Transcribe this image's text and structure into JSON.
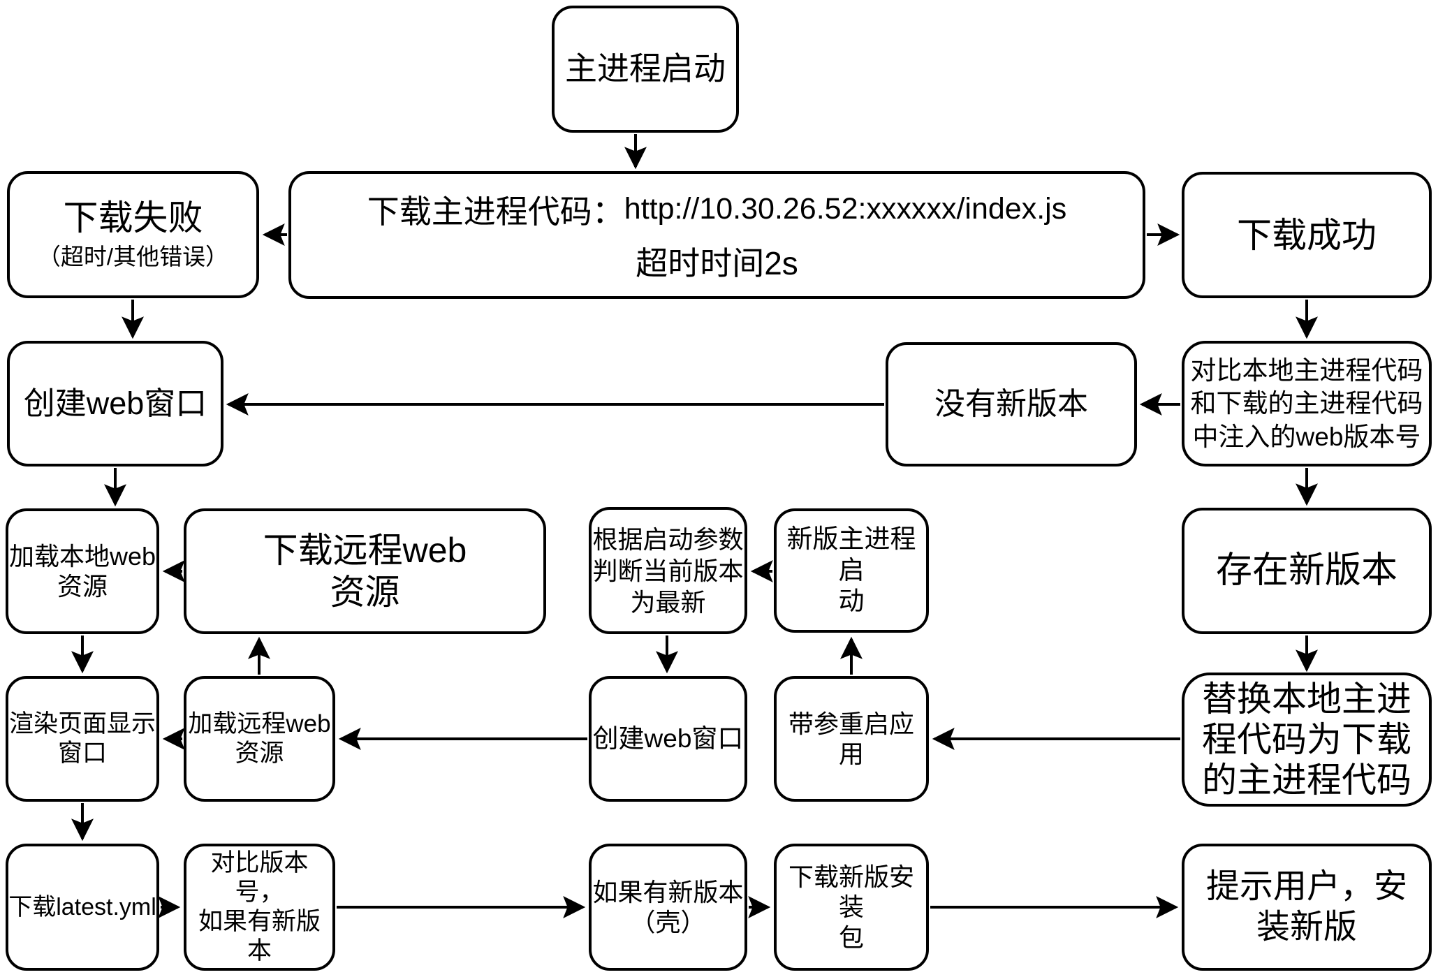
{
  "diagram": {
    "type": "flowchart",
    "nodes": {
      "main_start": {
        "label": "主进程启动"
      },
      "download_main": {
        "label": "下载主进程代码：",
        "url": "http://10.30.26.52:xxxxxx/index.js",
        "timeout": "超时时间2s"
      },
      "download_fail": {
        "title": "下载失败",
        "subtitle": "（超时/其他错误）"
      },
      "download_success": {
        "label": "下载成功"
      },
      "create_window_1": {
        "label": "创建web窗口"
      },
      "compare_injected": {
        "label": "对比本地主进程代码\n和下载的主进程代码\n中注入的web版本号"
      },
      "no_new_version": {
        "label": "没有新版本"
      },
      "load_local_web": {
        "label": "加载本地web\n资源"
      },
      "download_remote_web": {
        "label": "下载远程web\n资源"
      },
      "judge_latest": {
        "label": "根据启动参数\n判断当前版本\n为最新"
      },
      "new_main_start": {
        "label": "新版主进程启\n动"
      },
      "has_new_version": {
        "label": "存在新版本"
      },
      "render_page": {
        "label": "渲染页面显示\n窗口"
      },
      "load_remote_web": {
        "label": "加载远程web\n资源"
      },
      "create_window_2": {
        "label": "创建web窗口"
      },
      "restart_with_args": {
        "label": "带参重启应用"
      },
      "replace_code": {
        "label": "替换本地主进\n程代码为下载\n的主进程代码"
      },
      "download_latest_yml": {
        "label": "下载latest.yml"
      },
      "compare_version_no": {
        "label": "对比版本号，\n如果有新版本"
      },
      "new_version_shell": {
        "label": "如果有新版本\n（壳）"
      },
      "download_installer": {
        "label": "下载新版安装\n包"
      },
      "prompt_install": {
        "label": "提示用户，安\n装新版"
      }
    },
    "edges": [
      {
        "from": "main_start",
        "to": "download_main"
      },
      {
        "from": "download_main",
        "to": "download_fail"
      },
      {
        "from": "download_main",
        "to": "download_success"
      },
      {
        "from": "download_fail",
        "to": "create_window_1"
      },
      {
        "from": "download_success",
        "to": "compare_injected"
      },
      {
        "from": "compare_injected",
        "to": "no_new_version"
      },
      {
        "from": "no_new_version",
        "to": "create_window_1"
      },
      {
        "from": "create_window_1",
        "to": "load_local_web"
      },
      {
        "from": "load_local_web",
        "to": "render_page"
      },
      {
        "from": "download_remote_web",
        "to": "load_local_web"
      },
      {
        "from": "load_remote_web",
        "to": "download_remote_web"
      },
      {
        "from": "new_main_start",
        "to": "judge_latest"
      },
      {
        "from": "compare_injected",
        "to": "has_new_version"
      },
      {
        "from": "has_new_version",
        "to": "replace_code"
      },
      {
        "from": "judge_latest",
        "to": "create_window_2"
      },
      {
        "from": "restart_with_args",
        "to": "new_main_start"
      },
      {
        "from": "replace_code",
        "to": "restart_with_args"
      },
      {
        "from": "create_window_2",
        "to": "load_remote_web"
      },
      {
        "from": "load_remote_web",
        "to": "render_page"
      },
      {
        "from": "render_page",
        "to": "download_latest_yml"
      },
      {
        "from": "download_latest_yml",
        "to": "compare_version_no"
      },
      {
        "from": "compare_version_no",
        "to": "new_version_shell"
      },
      {
        "from": "new_version_shell",
        "to": "download_installer"
      },
      {
        "from": "download_installer",
        "to": "prompt_install"
      }
    ],
    "colors": {
      "stroke": "#000000",
      "background": "#ffffff"
    }
  }
}
